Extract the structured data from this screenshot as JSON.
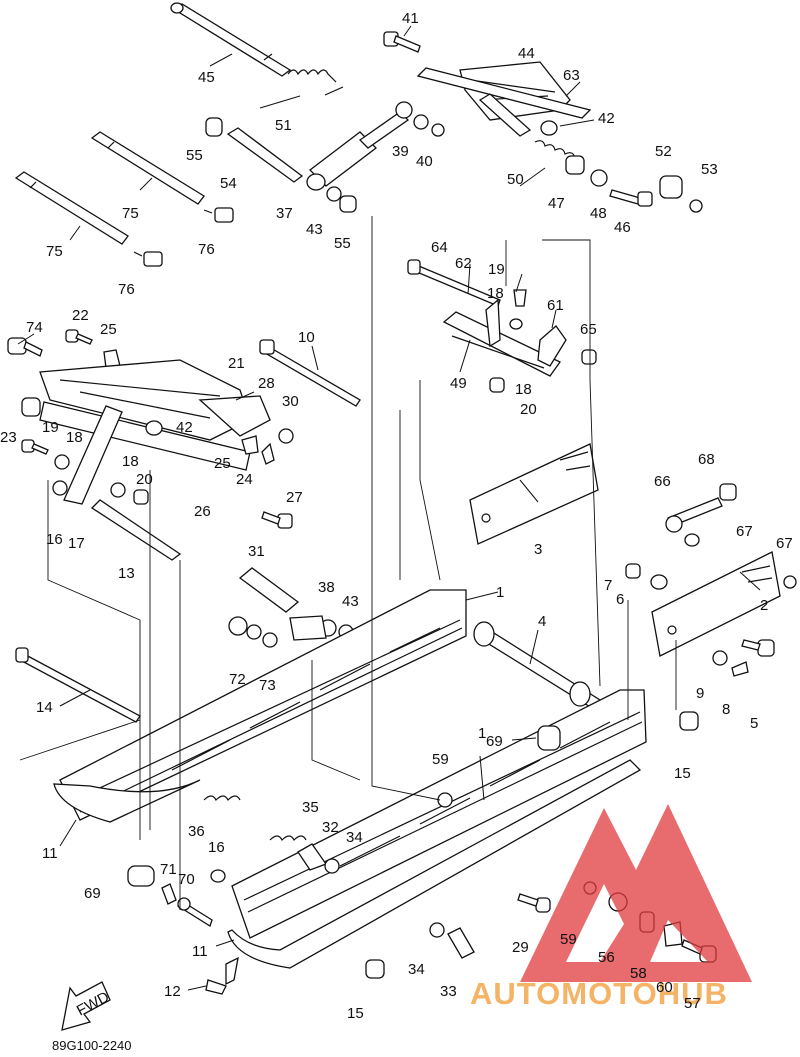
{
  "callouts": [
    {
      "id": "c45",
      "label": "45"
    },
    {
      "id": "c51",
      "label": "51"
    },
    {
      "id": "c41",
      "label": "41"
    },
    {
      "id": "c44",
      "label": "44"
    },
    {
      "id": "c63",
      "label": "63"
    },
    {
      "id": "c42a",
      "label": "42"
    },
    {
      "id": "c55a",
      "label": "55"
    },
    {
      "id": "c54",
      "label": "54"
    },
    {
      "id": "c39",
      "label": "39"
    },
    {
      "id": "c40",
      "label": "40"
    },
    {
      "id": "c50",
      "label": "50"
    },
    {
      "id": "c52",
      "label": "52"
    },
    {
      "id": "c53",
      "label": "53"
    },
    {
      "id": "c75a",
      "label": "75"
    },
    {
      "id": "c75b",
      "label": "75"
    },
    {
      "id": "c37",
      "label": "37"
    },
    {
      "id": "c43a",
      "label": "43"
    },
    {
      "id": "c55b",
      "label": "55"
    },
    {
      "id": "c47",
      "label": "47"
    },
    {
      "id": "c48",
      "label": "48"
    },
    {
      "id": "c46",
      "label": "46"
    },
    {
      "id": "c76a",
      "label": "76"
    },
    {
      "id": "c76b",
      "label": "76"
    },
    {
      "id": "c64",
      "label": "64"
    },
    {
      "id": "c62",
      "label": "62"
    },
    {
      "id": "c19a",
      "label": "19"
    },
    {
      "id": "c18a",
      "label": "18"
    },
    {
      "id": "c61",
      "label": "61"
    },
    {
      "id": "c65",
      "label": "65"
    },
    {
      "id": "c74",
      "label": "74"
    },
    {
      "id": "c22",
      "label": "22"
    },
    {
      "id": "c25a",
      "label": "25"
    },
    {
      "id": "c10",
      "label": "10"
    },
    {
      "id": "c21",
      "label": "21"
    },
    {
      "id": "c49",
      "label": "49"
    },
    {
      "id": "c18b",
      "label": "18"
    },
    {
      "id": "c20a",
      "label": "20"
    },
    {
      "id": "c28",
      "label": "28"
    },
    {
      "id": "c30",
      "label": "30"
    },
    {
      "id": "c23",
      "label": "23"
    },
    {
      "id": "c19b",
      "label": "19"
    },
    {
      "id": "c18c",
      "label": "18"
    },
    {
      "id": "c42b",
      "label": "42"
    },
    {
      "id": "c25b",
      "label": "25"
    },
    {
      "id": "c24",
      "label": "24"
    },
    {
      "id": "c18d",
      "label": "18"
    },
    {
      "id": "c20b",
      "label": "20"
    },
    {
      "id": "c68",
      "label": "68"
    },
    {
      "id": "c66",
      "label": "66"
    },
    {
      "id": "c67a",
      "label": "67"
    },
    {
      "id": "c67b",
      "label": "67"
    },
    {
      "id": "c27",
      "label": "27"
    },
    {
      "id": "c26",
      "label": "26"
    },
    {
      "id": "c16a",
      "label": "16"
    },
    {
      "id": "c17",
      "label": "17"
    },
    {
      "id": "c13",
      "label": "13"
    },
    {
      "id": "c3",
      "label": "3"
    },
    {
      "id": "c31",
      "label": "31"
    },
    {
      "id": "c7",
      "label": "7"
    },
    {
      "id": "c6",
      "label": "6"
    },
    {
      "id": "c2",
      "label": "2"
    },
    {
      "id": "c38",
      "label": "38"
    },
    {
      "id": "c43b",
      "label": "43"
    },
    {
      "id": "c1a",
      "label": "1"
    },
    {
      "id": "c4",
      "label": "4"
    },
    {
      "id": "c72",
      "label": "72"
    },
    {
      "id": "c73",
      "label": "73"
    },
    {
      "id": "c9",
      "label": "9"
    },
    {
      "id": "c8",
      "label": "8"
    },
    {
      "id": "c5",
      "label": "5"
    },
    {
      "id": "c14",
      "label": "14"
    },
    {
      "id": "c69a",
      "label": "69"
    },
    {
      "id": "c59a",
      "label": "59"
    },
    {
      "id": "c1b",
      "label": "1"
    },
    {
      "id": "c15a",
      "label": "15"
    },
    {
      "id": "c36",
      "label": "36"
    },
    {
      "id": "c35",
      "label": "35"
    },
    {
      "id": "c32",
      "label": "32"
    },
    {
      "id": "c34a",
      "label": "34"
    },
    {
      "id": "c11a",
      "label": "11"
    },
    {
      "id": "c16b",
      "label": "16"
    },
    {
      "id": "c71",
      "label": "71"
    },
    {
      "id": "c69b",
      "label": "69"
    },
    {
      "id": "c70",
      "label": "70"
    },
    {
      "id": "c29",
      "label": "29"
    },
    {
      "id": "c59b",
      "label": "59"
    },
    {
      "id": "c56",
      "label": "56"
    },
    {
      "id": "c58",
      "label": "58"
    },
    {
      "id": "c60",
      "label": "60"
    },
    {
      "id": "c57",
      "label": "57"
    },
    {
      "id": "c11b",
      "label": "11"
    },
    {
      "id": "c12",
      "label": "12"
    },
    {
      "id": "c34b",
      "label": "34"
    },
    {
      "id": "c33",
      "label": "33"
    },
    {
      "id": "c15b",
      "label": "15"
    }
  ],
  "fwd_label": "FWD",
  "diagram_code": "89G100-2240",
  "watermark": {
    "text": "AUTOMOTOHUB",
    "color_red": "#e0393e",
    "color_orange": "#f2a64a"
  }
}
